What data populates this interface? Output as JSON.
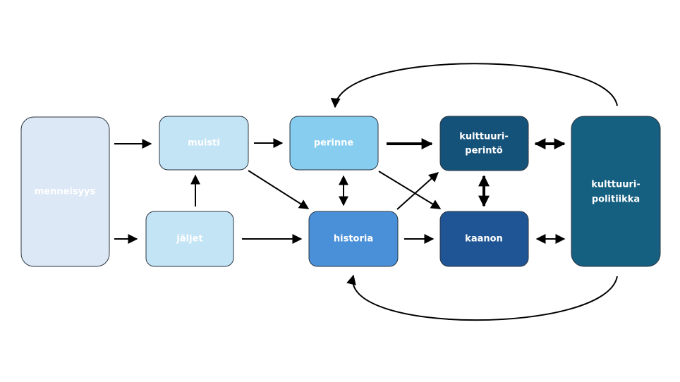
{
  "nodes": {
    "menneisyys": {
      "label_lines": [
        "menneisyys"
      ],
      "color": "#dce8f5"
    },
    "jaljet": {
      "label_lines": [
        "jäljet"
      ],
      "color": "#c3e4f5"
    },
    "muisti": {
      "label_lines": [
        "muisti"
      ],
      "color": "#c3e4f5"
    },
    "perinne": {
      "label_lines": [
        "perinne"
      ],
      "color": "#86cdf0"
    },
    "historia": {
      "label_lines": [
        "historia"
      ],
      "color": "#4a90d9"
    },
    "kulttuuriperinto": {
      "label_lines": [
        "kulttuuri-",
        "perintö"
      ],
      "color": "#15527a"
    },
    "kaanon": {
      "label_lines": [
        "kaanon"
      ],
      "color": "#1f5594"
    },
    "kulttuuripolitiikka": {
      "label_lines": [
        "kulttuuri-",
        "politiikka"
      ],
      "color": "#155f80"
    }
  },
  "edges": [
    {
      "from": "menneisyys",
      "to": "muisti",
      "direction": "forward"
    },
    {
      "from": "menneisyys",
      "to": "jaljet",
      "direction": "forward"
    },
    {
      "from": "jaljet",
      "to": "muisti",
      "direction": "forward"
    },
    {
      "from": "muisti",
      "to": "perinne",
      "direction": "forward"
    },
    {
      "from": "muisti",
      "to": "historia",
      "direction": "forward"
    },
    {
      "from": "jaljet",
      "to": "historia",
      "direction": "forward"
    },
    {
      "from": "perinne",
      "to": "historia",
      "direction": "both"
    },
    {
      "from": "perinne",
      "to": "kulttuuriperinto",
      "direction": "forward",
      "weight": "bold"
    },
    {
      "from": "perinne",
      "to": "kaanon",
      "direction": "forward"
    },
    {
      "from": "historia",
      "to": "kulttuuriperinto",
      "direction": "forward"
    },
    {
      "from": "historia",
      "to": "kaanon",
      "direction": "forward"
    },
    {
      "from": "kulttuuriperinto",
      "to": "kaanon",
      "direction": "both",
      "weight": "bold"
    },
    {
      "from": "kulttuuriperinto",
      "to": "kulttuuripolitiikka",
      "direction": "both",
      "weight": "bold"
    },
    {
      "from": "kaanon",
      "to": "kulttuuripolitiikka",
      "direction": "both"
    },
    {
      "from": "kulttuuripolitiikka",
      "to": "perinne",
      "direction": "forward",
      "style": "curved"
    },
    {
      "from": "kulttuuripolitiikka",
      "to": "historia",
      "direction": "forward",
      "style": "curved"
    }
  ]
}
